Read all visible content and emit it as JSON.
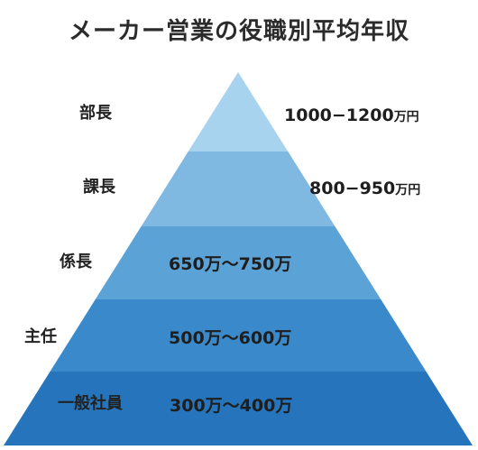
{
  "title": "メーカー営業の役職別平均年収",
  "levels": [
    {
      "position": "部長",
      "salary_main": "1000−1200",
      "salary_unit": "万円",
      "color": "#a8d3ef"
    },
    {
      "position": "課長",
      "salary_main": "800−950",
      "salary_unit": "万円",
      "color": "#7fb9e2"
    },
    {
      "position": "係長",
      "salary_main": "650万〜750万",
      "salary_unit": "",
      "color": "#5ba2d6"
    },
    {
      "position": "主任",
      "salary_main": "500万〜600万",
      "salary_unit": "",
      "color": "#3a8acb"
    },
    {
      "position": "一般社員",
      "salary_main": "300万〜400万",
      "salary_unit": "",
      "color": "#2674bb"
    }
  ]
}
